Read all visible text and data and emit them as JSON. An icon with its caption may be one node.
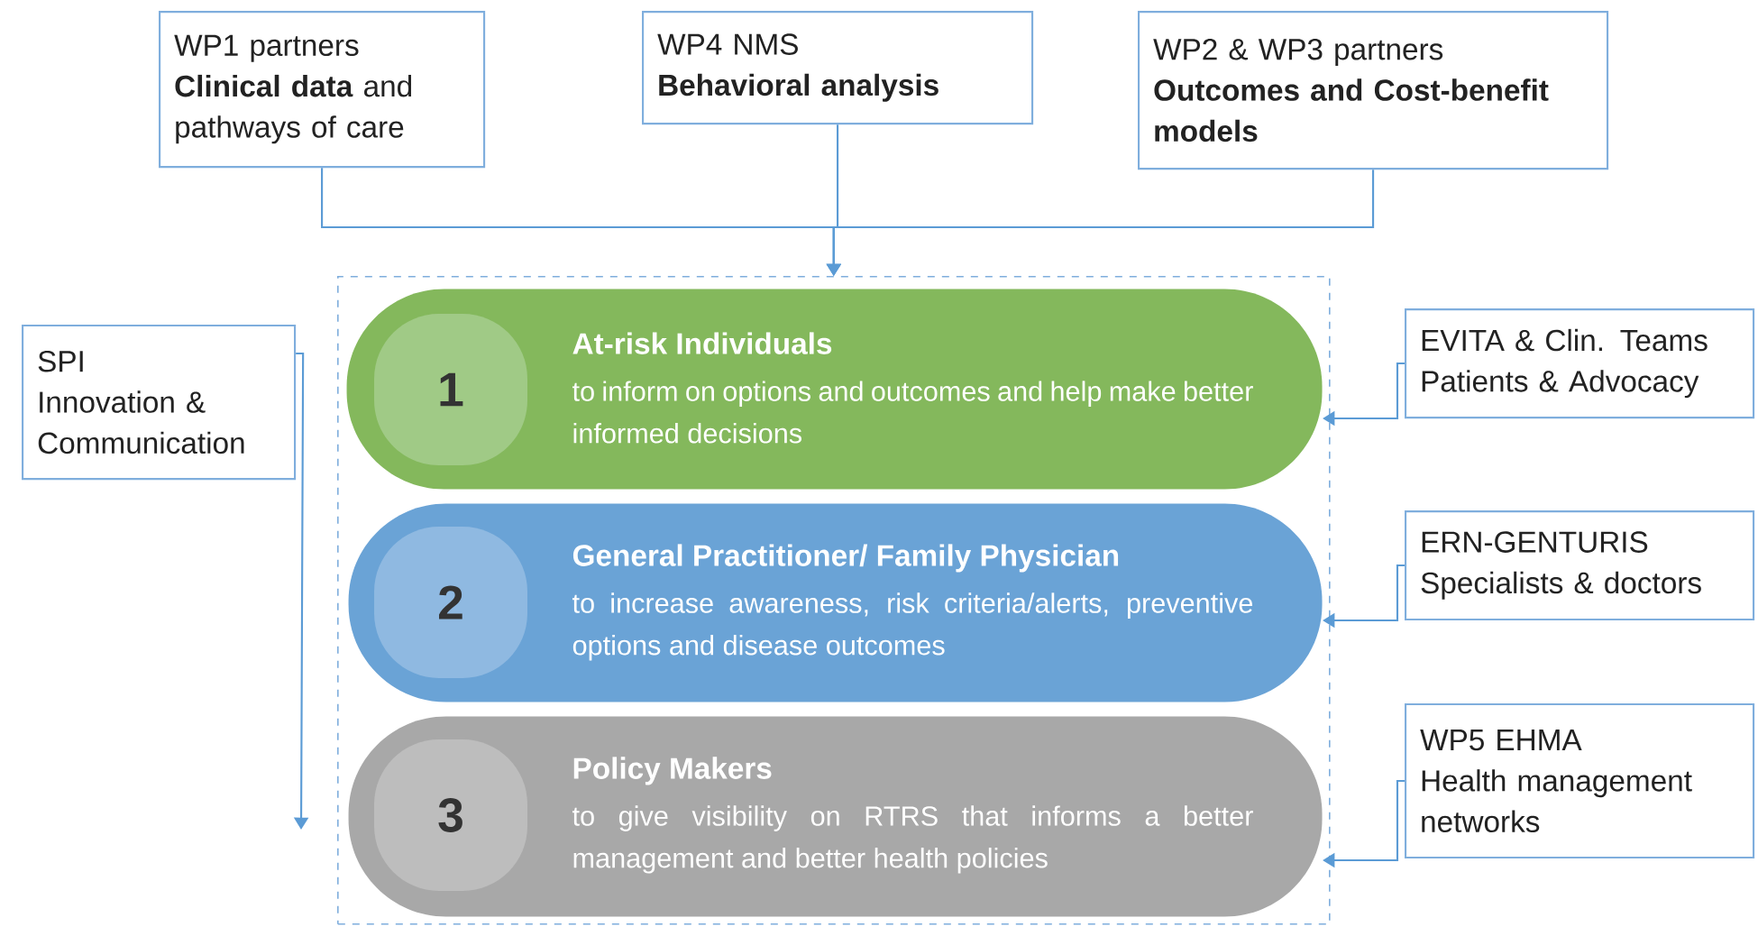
{
  "diagram": {
    "nodes": [
      {
        "text": [
          "WP1 partners",
          "**Clinical data** and pathways of care"
        ]
      },
      {
        "text": [
          "WP4 NMS",
          "Behavioral analysis"
        ]
      },
      {
        "text": [
          "WP2 & WP3 partners",
          "Outcomes and Cost-benefit models"
        ]
      },
      {
        "text": [],
        "shape": "box"
      },
      {
        "text": [
          "At-risk Individuals",
          "to inform on options and outcomes and help make better informed decisions"
        ],
        "in": 3
      },
      {
        "text": [
          "1"
        ],
        "in": 4
      },
      {
        "text": [
          "General Practitioner/ Family Physician",
          "to increase awareness, risk criteria/alerts, preventive options and disease outcomes"
        ],
        "in": 3
      },
      {
        "text": [
          "2"
        ],
        "in": 6
      },
      {
        "text": [
          "Policy Makers",
          "to give visibility on RTRS that informs a better management and better health policies"
        ],
        "in": 3
      },
      {
        "text": [
          "3"
        ],
        "in": 8
      },
      {
        "text": [
          "SPI",
          "Innovation & Communication"
        ]
      },
      {
        "text": [
          "EVITA & Clin. Teams",
          "Patients & Advocacy"
        ]
      },
      {
        "text": [
          "ERN-GENTURIS",
          "Specialists & doctors"
        ]
      },
      {
        "text": [
          "WP5 EHMA",
          "Health management networks"
        ]
      }
    ],
    "edges": [
      {
        "from": 0,
        "to": 3,
        "arrow": "to"
      },
      {
        "from": 1,
        "to": 3,
        "arrow": "to"
      },
      {
        "from": 2,
        "to": 3,
        "arrow": "to"
      },
      {
        "from": 10,
        "to": null,
        "arrow": "to"
      },
      {
        "from": 11,
        "to": 4,
        "arrow": "to"
      },
      {
        "from": 12,
        "to": 6,
        "arrow": "to"
      },
      {
        "from": 13,
        "to": 8,
        "arrow": "to"
      }
    ]
  }
}
